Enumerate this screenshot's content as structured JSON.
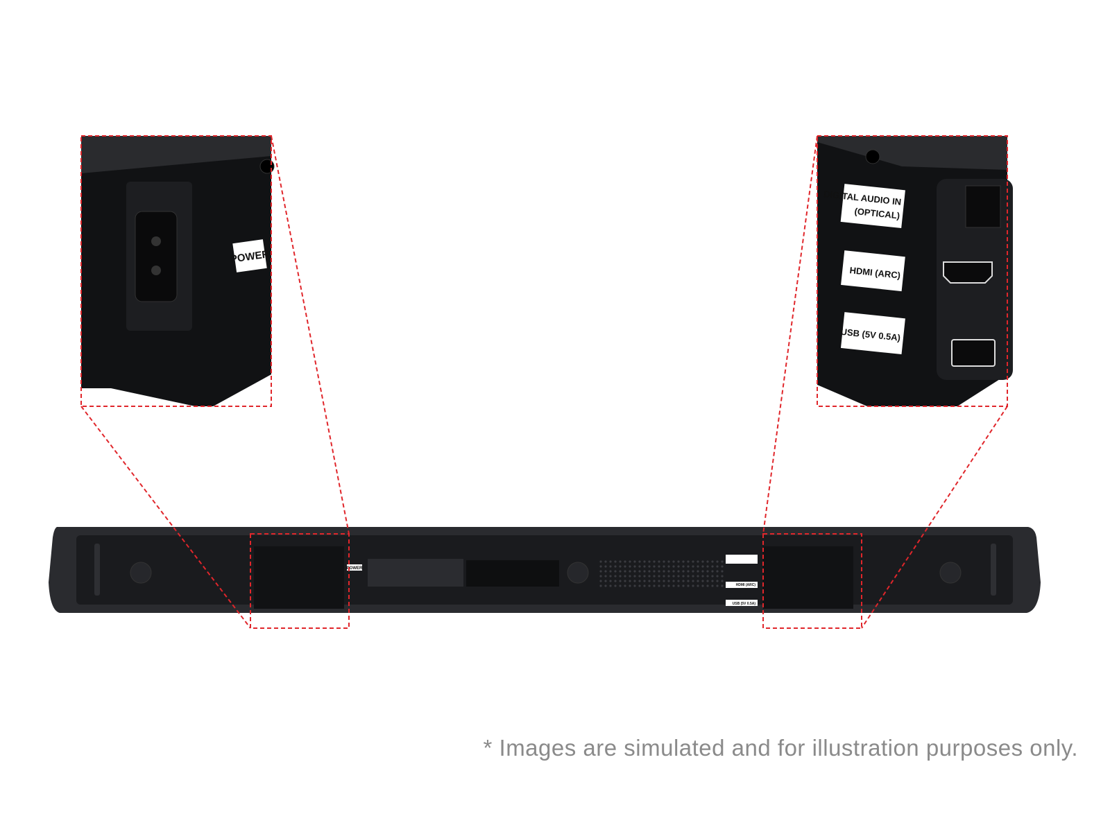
{
  "labels": {
    "power": "POWER",
    "digital_audio_line1": "DIGITAL AUDIO IN",
    "digital_audio_line2": "(OPTICAL)",
    "hdmi": "HDMI (ARC)",
    "usb": "USB (5V 0.5A)"
  },
  "footnote": "* Images are simulated and for illustration purposes only.",
  "colors": {
    "callout_dash": "#e0262b",
    "device": "#1c1d20",
    "footnote": "#8a8a8a"
  }
}
